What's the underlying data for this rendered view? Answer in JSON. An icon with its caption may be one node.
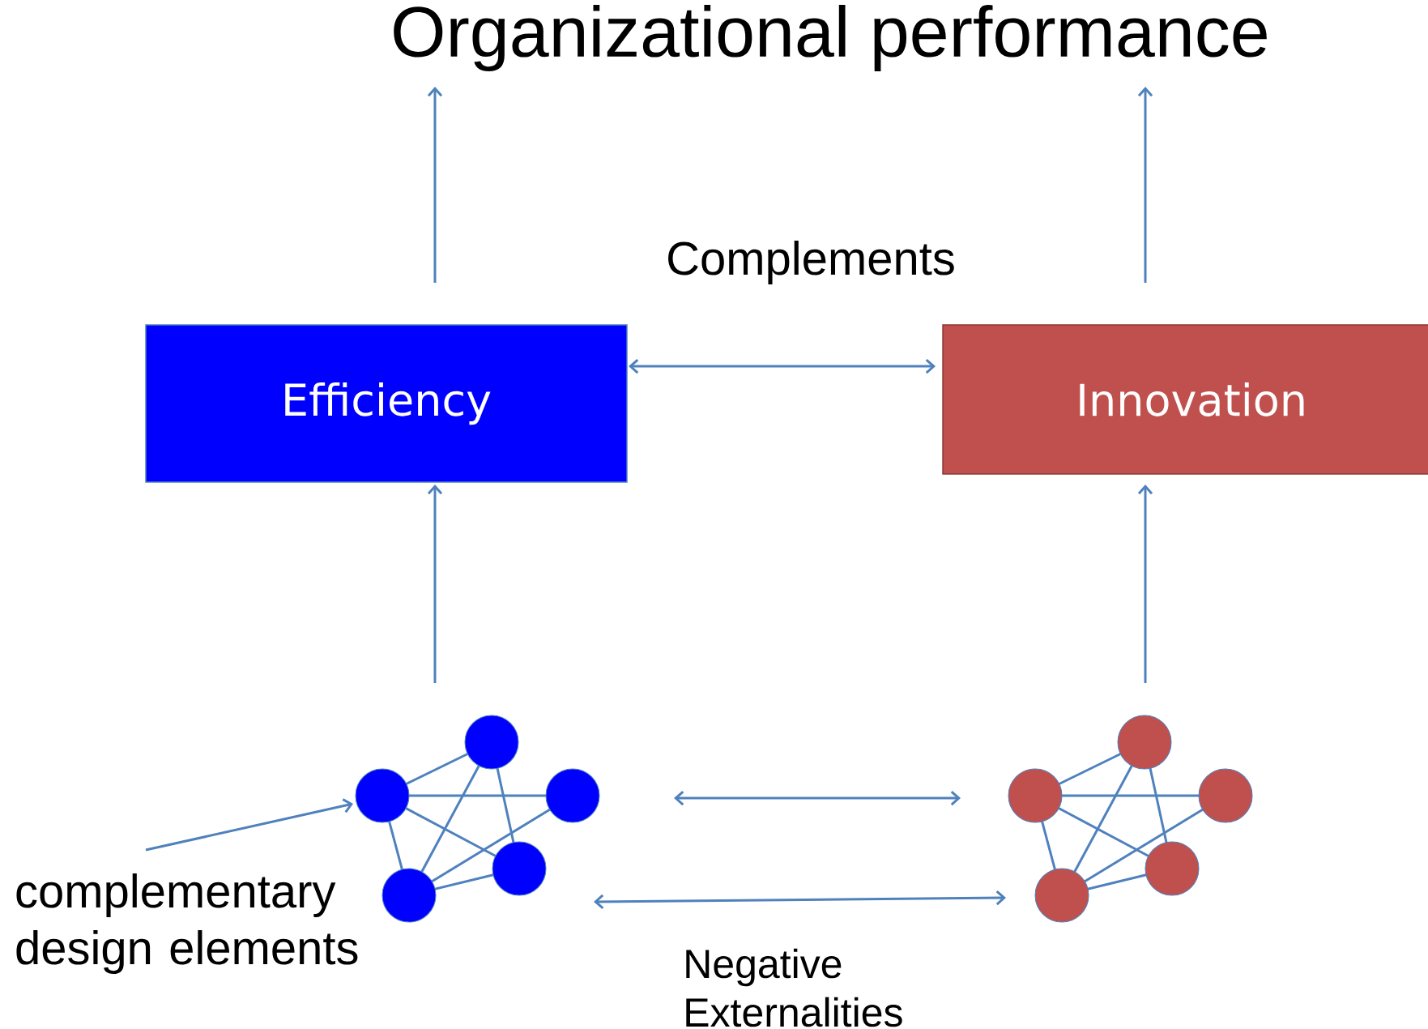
{
  "diagram": {
    "nodes": [
      {
        "text": [
          "Organizational performance"
        ]
      },
      {
        "text": [
          "Efficiency"
        ]
      },
      {
        "text": [
          "Innovation"
        ]
      },
      {
        "text": [],
        "shape": "network"
      },
      {
        "text": [],
        "shape": "network"
      },
      {
        "text": [
          "complementary design elements"
        ]
      }
    ],
    "edges": [
      {
        "from": 1,
        "to": 0,
        "arrow": "to"
      },
      {
        "from": 2,
        "to": 0,
        "arrow": "to"
      },
      {
        "from": 3,
        "to": 1,
        "arrow": "to"
      },
      {
        "from": 4,
        "to": 2,
        "arrow": "to"
      },
      {
        "from": 1,
        "to": 2,
        "arrow": "both",
        "label": "Complements"
      },
      {
        "from": 3,
        "to": 4,
        "arrow": "both"
      },
      {
        "from": 3,
        "to": 4,
        "arrow": "both",
        "label": "Negative Externalities"
      },
      {
        "from": 5,
        "to": 3,
        "arrow": "to"
      }
    ]
  }
}
